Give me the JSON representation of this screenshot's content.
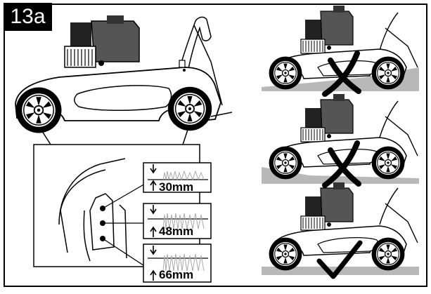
{
  "figure_label": "13a",
  "heights": [
    {
      "label": "30mm"
    },
    {
      "label": "48mm"
    },
    {
      "label": "66mm"
    }
  ],
  "examples": [
    {
      "mark": "cross-mark-icon"
    },
    {
      "mark": "cross-mark-icon"
    },
    {
      "mark": "check-mark-icon"
    }
  ],
  "colors": {
    "ink": "#000000",
    "engine": "#555555",
    "ground": "#b8b8b8",
    "background": "#ffffff"
  }
}
